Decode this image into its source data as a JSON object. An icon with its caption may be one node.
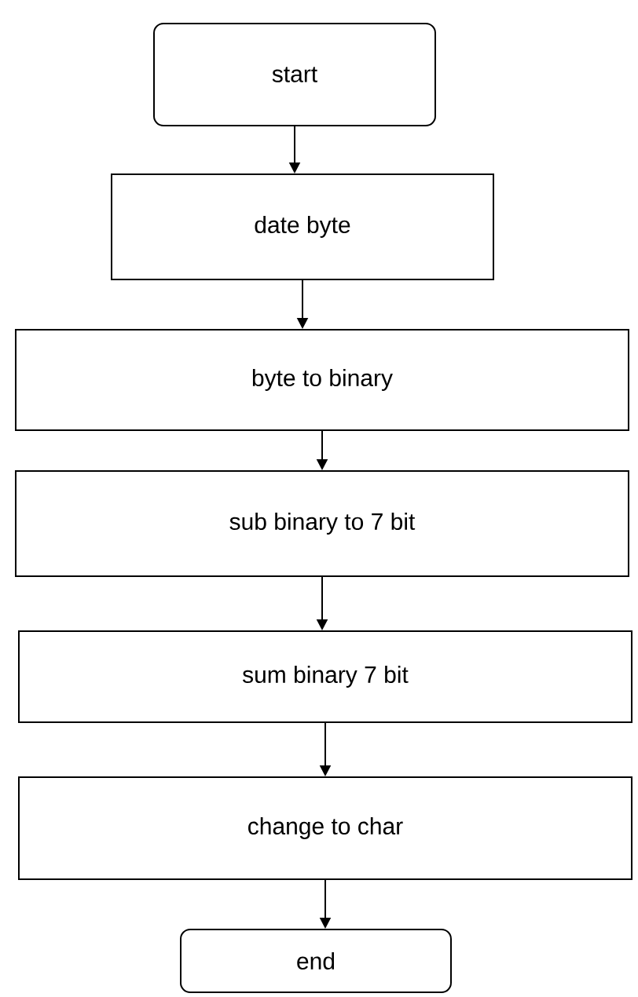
{
  "diagram": {
    "nodes": [
      {
        "text": [
          "start"
        ]
      },
      {
        "text": [
          "date byte"
        ]
      },
      {
        "text": [
          "byte to binary"
        ]
      },
      {
        "text": [
          "sub binary to  7 bit"
        ]
      },
      {
        "text": [
          "sum binary 7 bit"
        ]
      },
      {
        "text": [
          "change to char"
        ]
      },
      {
        "text": [
          "end"
        ]
      }
    ],
    "edges": [
      {
        "from": 0,
        "to": 1,
        "arrow": "to"
      },
      {
        "from": 1,
        "to": 2,
        "arrow": "to"
      },
      {
        "from": 2,
        "to": 3,
        "arrow": "to"
      },
      {
        "from": 3,
        "to": 4,
        "arrow": "to"
      },
      {
        "from": 4,
        "to": 5,
        "arrow": "to"
      },
      {
        "from": 5,
        "to": 6,
        "arrow": "to"
      }
    ]
  }
}
